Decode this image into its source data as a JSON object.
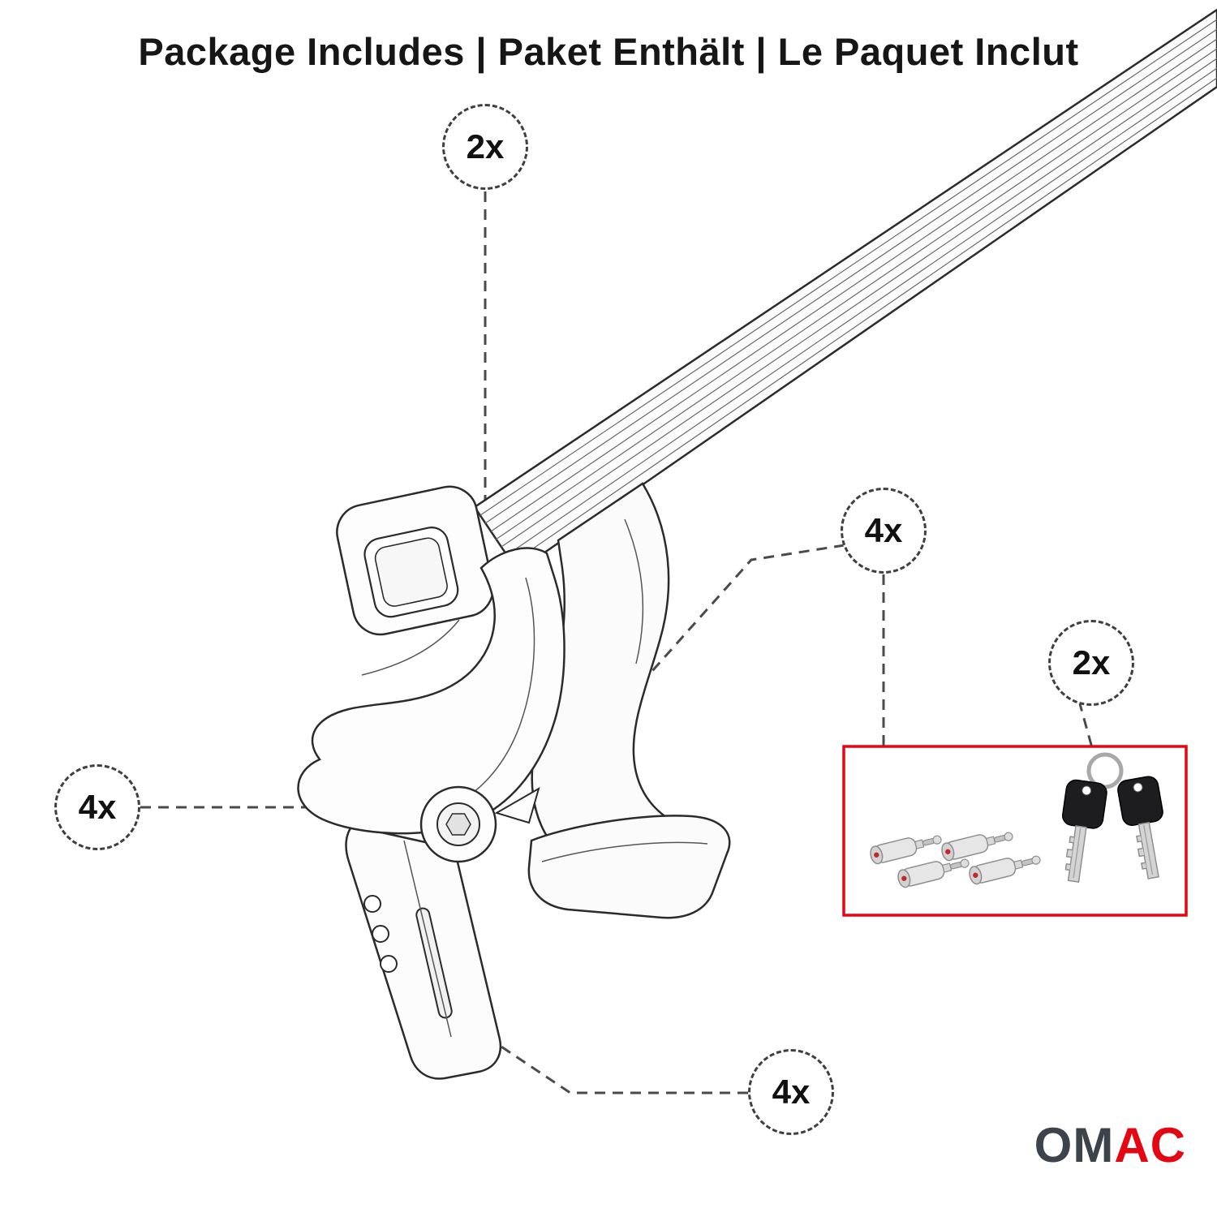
{
  "title": "Package Includes | Paket Enthält | Le Paquet Inclut",
  "callouts": {
    "crossbar": "2x",
    "foot": "4x",
    "locks": "4x",
    "keys": "2x",
    "clamp": "4x"
  },
  "brand": {
    "om": "OM",
    "ac": "AC"
  },
  "colors": {
    "accent_red": "#e30613",
    "ink": "#161616",
    "drawing_line": "#2b2b2b",
    "dash_gray": "#4a4a4a"
  }
}
